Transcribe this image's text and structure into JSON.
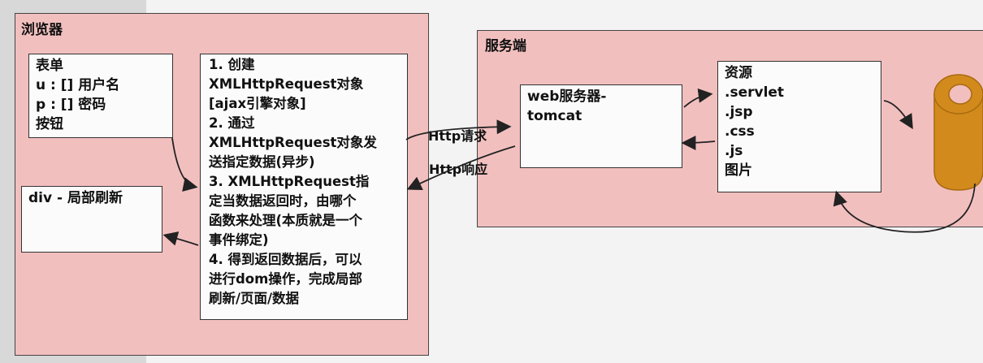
{
  "browser": {
    "title": "浏览器",
    "form_box": [
      "表单",
      "u : [] 用户名",
      "p : [] 密码",
      "按钮"
    ],
    "div_box": "div - 局部刷新",
    "steps": [
      "1. 创建",
      "XMLHttpRequest对象",
      "[ajax引擎对象]",
      "2. 通过",
      "XMLHttpRequest对象发",
      "送指定数据(异步)",
      "3. XMLHttpRequest指",
      "定当数据返回时，由哪个",
      "函数来处理(本质就是一个",
      "事件绑定)",
      "4. 得到返回数据后，可以",
      "进行dom操作，完成局部",
      "刷新/页面/数据"
    ]
  },
  "arrows": {
    "request": "Http请求",
    "response": "Http响应"
  },
  "server": {
    "title": "服务端",
    "web_server": [
      "web服务器-",
      "tomcat"
    ],
    "resources": [
      "资源",
      ".servlet",
      ".jsp",
      ".css",
      ".js",
      "图片"
    ]
  },
  "colors": {
    "panel": "#f2bfbf",
    "box": "#fbfbfb",
    "database": "#d28a1c"
  }
}
